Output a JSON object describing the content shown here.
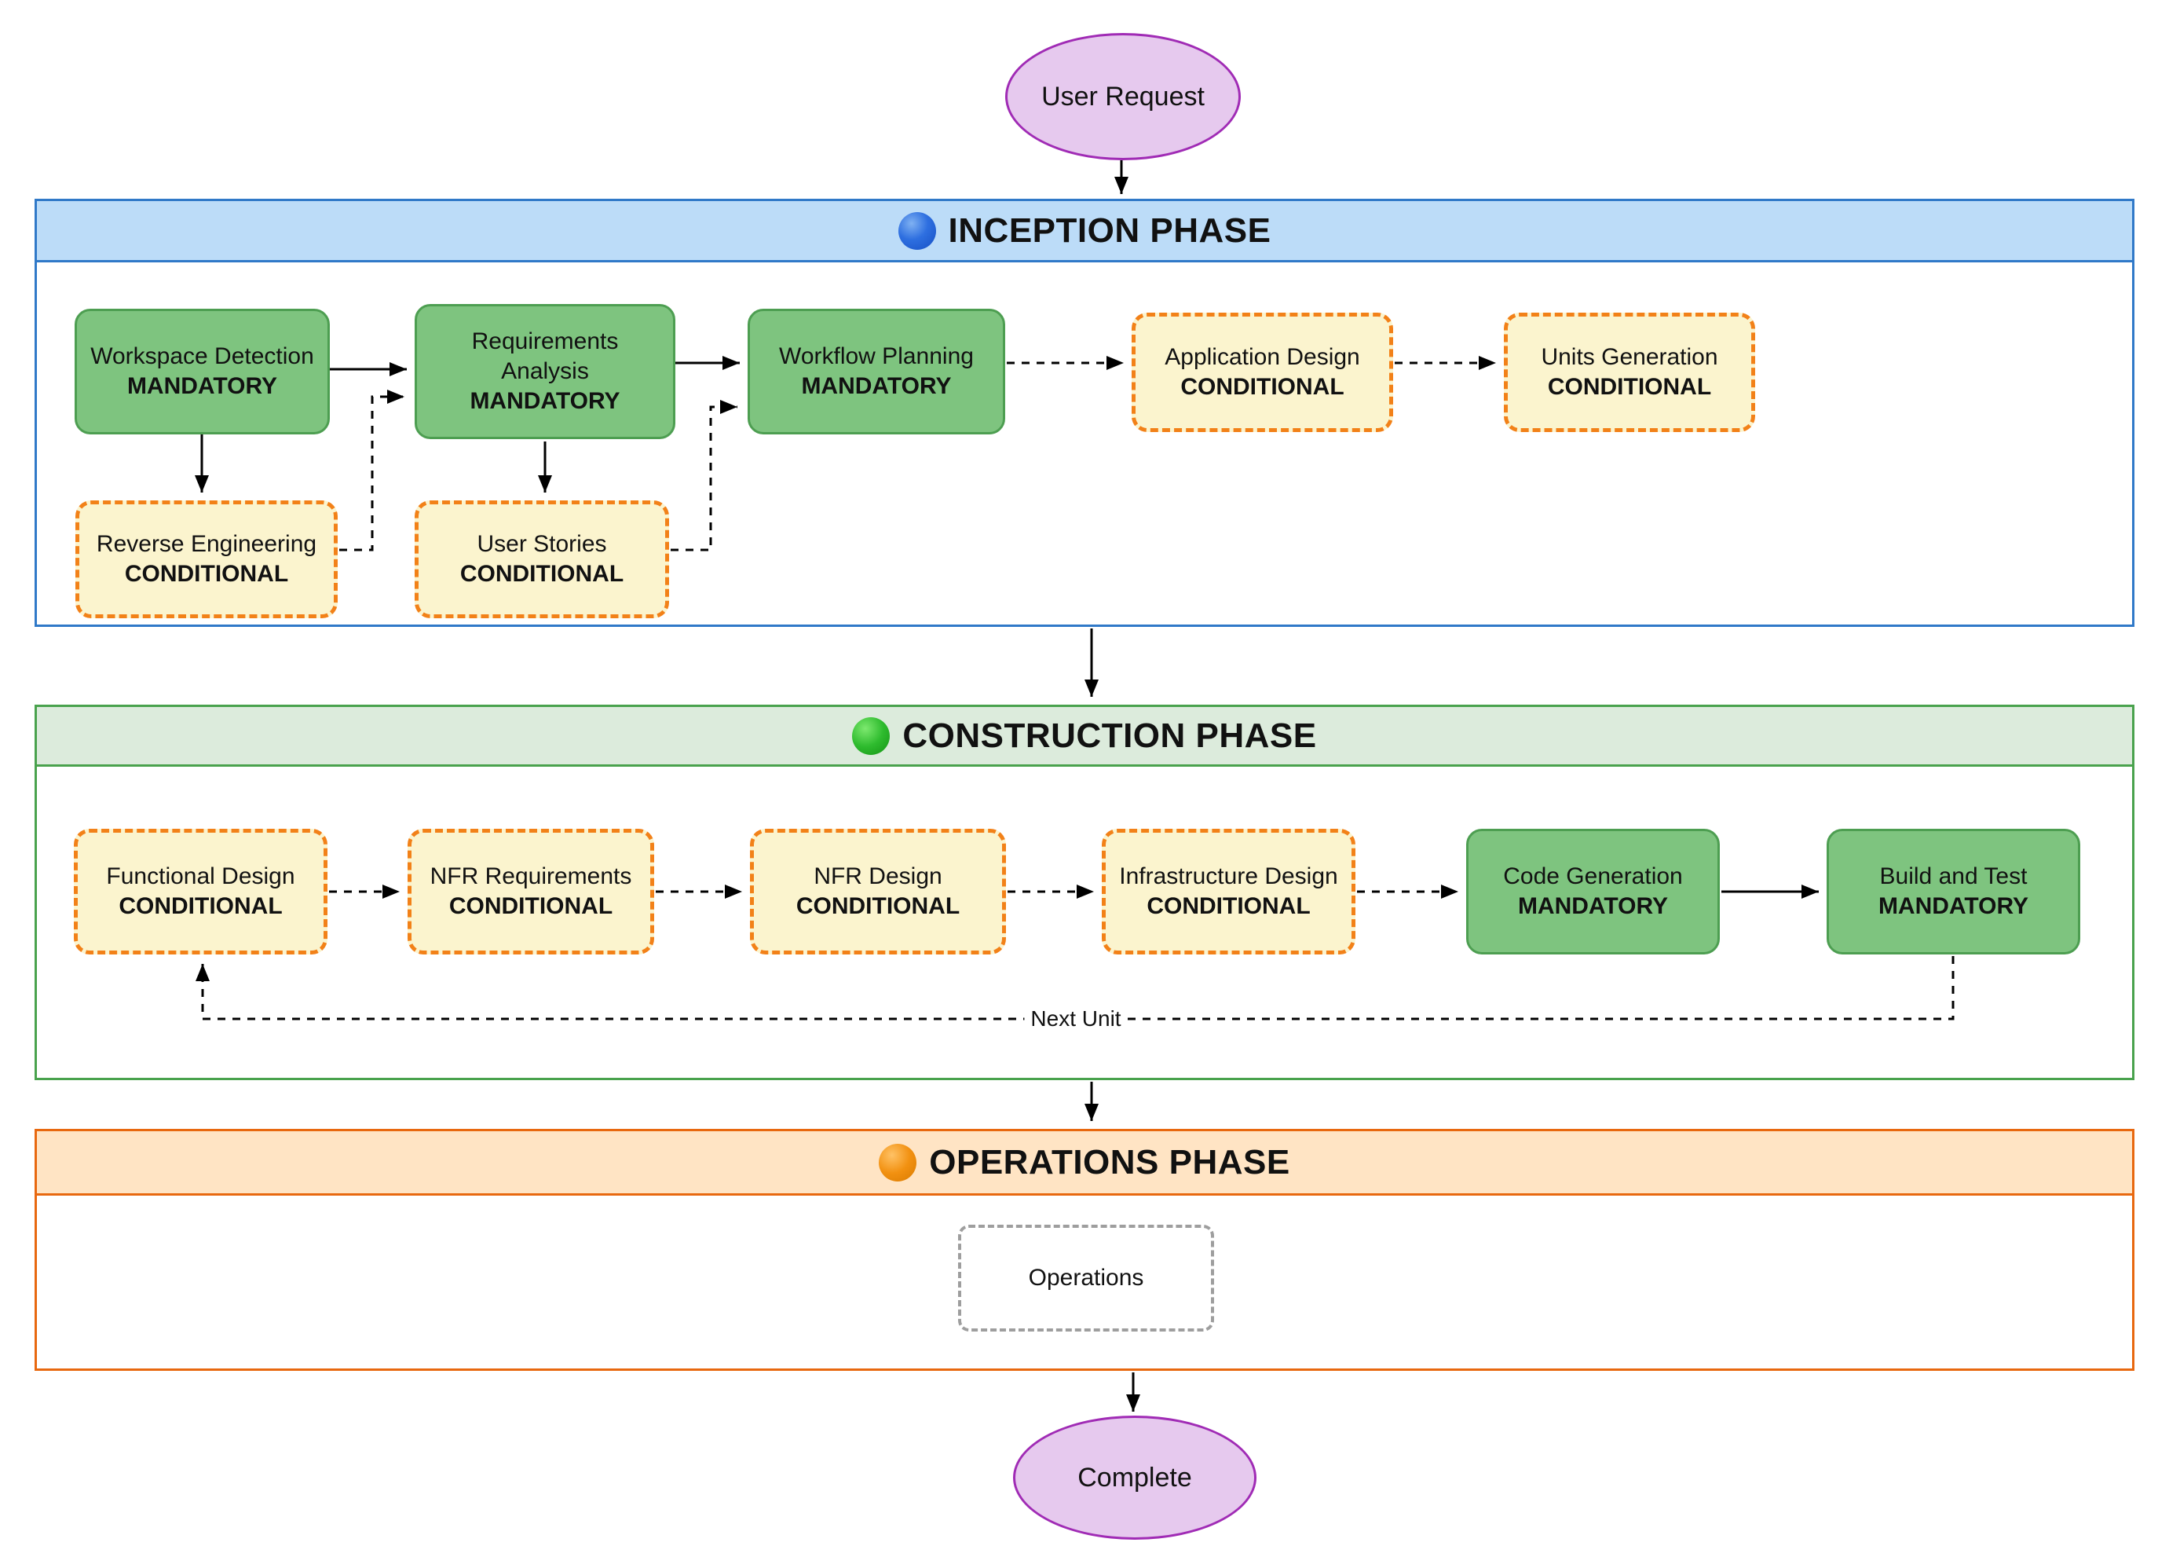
{
  "diagram": {
    "start": {
      "label": "User Request"
    },
    "end": {
      "label": "Complete"
    },
    "loop_label": "Next Unit",
    "phases": [
      {
        "title": "INCEPTION PHASE",
        "status_icon": "blue-circle-icon",
        "nodes": [
          {
            "label": "Workspace Detection",
            "badge": "MANDATORY",
            "type": "mandatory"
          },
          {
            "label": "Requirements Analysis",
            "badge": "MANDATORY",
            "type": "mandatory"
          },
          {
            "label": "Workflow Planning",
            "badge": "MANDATORY",
            "type": "mandatory"
          },
          {
            "label": "Application Design",
            "badge": "CONDITIONAL",
            "type": "conditional"
          },
          {
            "label": "Units Generation",
            "badge": "CONDITIONAL",
            "type": "conditional"
          },
          {
            "label": "Reverse Engineering",
            "badge": "CONDITIONAL",
            "type": "conditional"
          },
          {
            "label": "User Stories",
            "badge": "CONDITIONAL",
            "type": "conditional"
          }
        ]
      },
      {
        "title": "CONSTRUCTION PHASE",
        "status_icon": "green-circle-icon",
        "nodes": [
          {
            "label": "Functional Design",
            "badge": "CONDITIONAL",
            "type": "conditional"
          },
          {
            "label": "NFR Requirements",
            "badge": "CONDITIONAL",
            "type": "conditional"
          },
          {
            "label": "NFR Design",
            "badge": "CONDITIONAL",
            "type": "conditional"
          },
          {
            "label": "Infrastructure Design",
            "badge": "CONDITIONAL",
            "type": "conditional"
          },
          {
            "label": "Code Generation",
            "badge": "MANDATORY",
            "type": "mandatory"
          },
          {
            "label": "Build and Test",
            "badge": "MANDATORY",
            "type": "mandatory"
          }
        ]
      },
      {
        "title": "OPERATIONS PHASE",
        "status_icon": "orange-circle-icon",
        "nodes": [
          {
            "label": "Operations",
            "badge": "",
            "type": "plain"
          }
        ]
      }
    ],
    "colors": {
      "mandatory_fill": "#7EC47F",
      "mandatory_border": "#4D9E51",
      "conditional_fill": "#FBF4CE",
      "conditional_border": "#F28118",
      "inception_band": "#BCDCF8",
      "inception_border": "#3079C8",
      "construction_band": "#DCEBDC",
      "construction_border": "#49A24D",
      "operations_band": "#FFE4C4",
      "operations_border": "#E8680F",
      "terminal_fill": "#E6C9EE",
      "terminal_border": "#A02BB5",
      "operations_node_border": "#9E9E9E"
    }
  }
}
